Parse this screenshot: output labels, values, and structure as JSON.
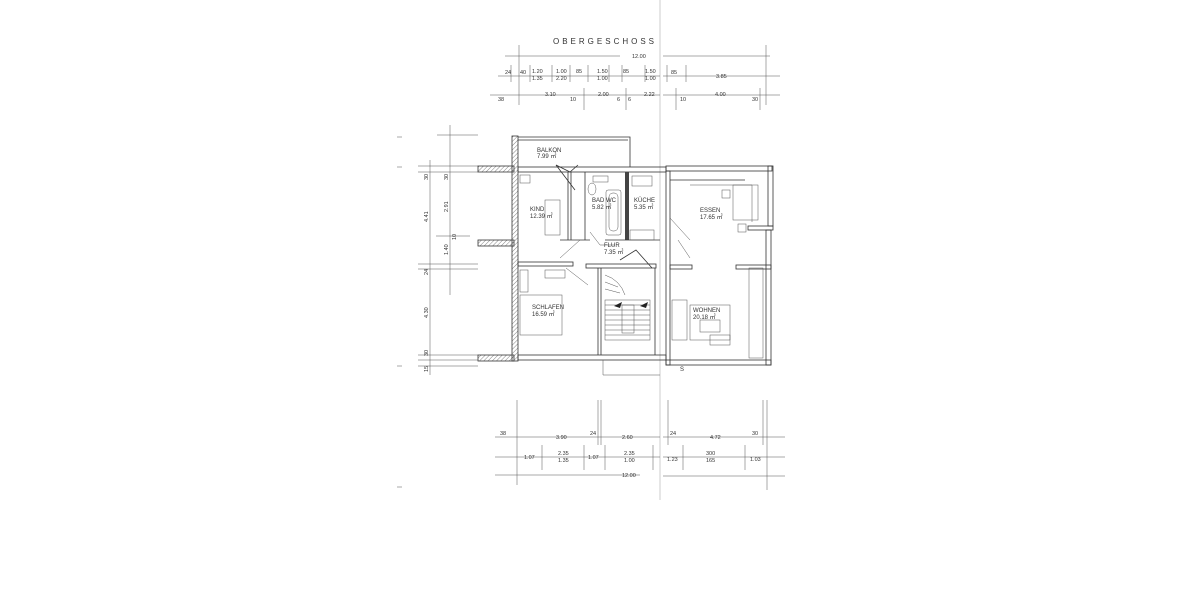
{
  "drawing": {
    "title": "OBERGESCHOSS",
    "type": "floor plan"
  },
  "rooms": [
    {
      "name": "BALKON",
      "area": "7.99 ㎡"
    },
    {
      "name": "KIND",
      "area": "12.39 ㎡"
    },
    {
      "name": "BAD WC",
      "area": "5.82 ㎡"
    },
    {
      "name": "KÜCHE",
      "area": "5.35 ㎡"
    },
    {
      "name": "FLUR",
      "area": "7.35 ㎡"
    },
    {
      "name": "ESSEN",
      "area": "17.65 ㎡"
    },
    {
      "name": "SCHLAFEN",
      "area": "16.59 ㎡"
    },
    {
      "name": "WOHNEN",
      "area": "20.18 ㎡"
    }
  ],
  "dims_top": {
    "total": "12.00",
    "row1": [
      "24",
      "40",
      "1.20",
      "1.00",
      "85",
      "1.50",
      "85",
      "1.50",
      "85",
      "3.85"
    ],
    "row1_sub": [
      "1.35",
      "2.20",
      "1.00",
      "1.00"
    ],
    "row2": [
      "38",
      "3.10",
      "10",
      "2.00",
      "6",
      "6",
      "2.22",
      "10",
      "4.00",
      "30"
    ]
  },
  "dims_bottom": {
    "row1": [
      "38",
      "3.90",
      "24",
      "2.60",
      "24",
      "4.72",
      "30"
    ],
    "row2": [
      "1.07",
      "2.35",
      "1.35",
      "1.07",
      "2.35",
      "1.00",
      "1.23",
      "300",
      "165",
      "1.03"
    ],
    "total": "12.00"
  },
  "dims_left": {
    "outer": [
      "30",
      "4.41",
      "24",
      "4.30",
      "15"
    ],
    "inner": [
      "30",
      "2.91",
      "10",
      "1.40",
      "30"
    ]
  },
  "markers": {
    "stair_symbol": "S"
  }
}
